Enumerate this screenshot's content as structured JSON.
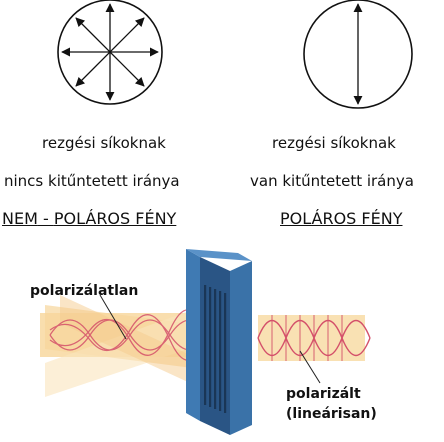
{
  "left_panel": {
    "caption_line1": "rezgési síkoknak",
    "caption_line2": "nincs kitűntetett iránya",
    "title_part1": "NEM",
    "title_sep": " - ",
    "title_part2": "POLÁROS FÉNY"
  },
  "right_panel": {
    "caption_line1": "rezgési síkoknak",
    "caption_line2": "van kitűntetett iránya",
    "title": "POLÁROS FÉNY"
  },
  "bottom_panel": {
    "unpolarized_label": "polarizálatlan",
    "polarized_label_line1": "polarizált",
    "polarized_label_line2": "(lineárisan)"
  },
  "colors": {
    "beam": "#f8d9a0",
    "wave": "#d4506a",
    "filter_front": "#3a72a8",
    "filter_side": "#2a5585",
    "slit": "#1a3656"
  }
}
